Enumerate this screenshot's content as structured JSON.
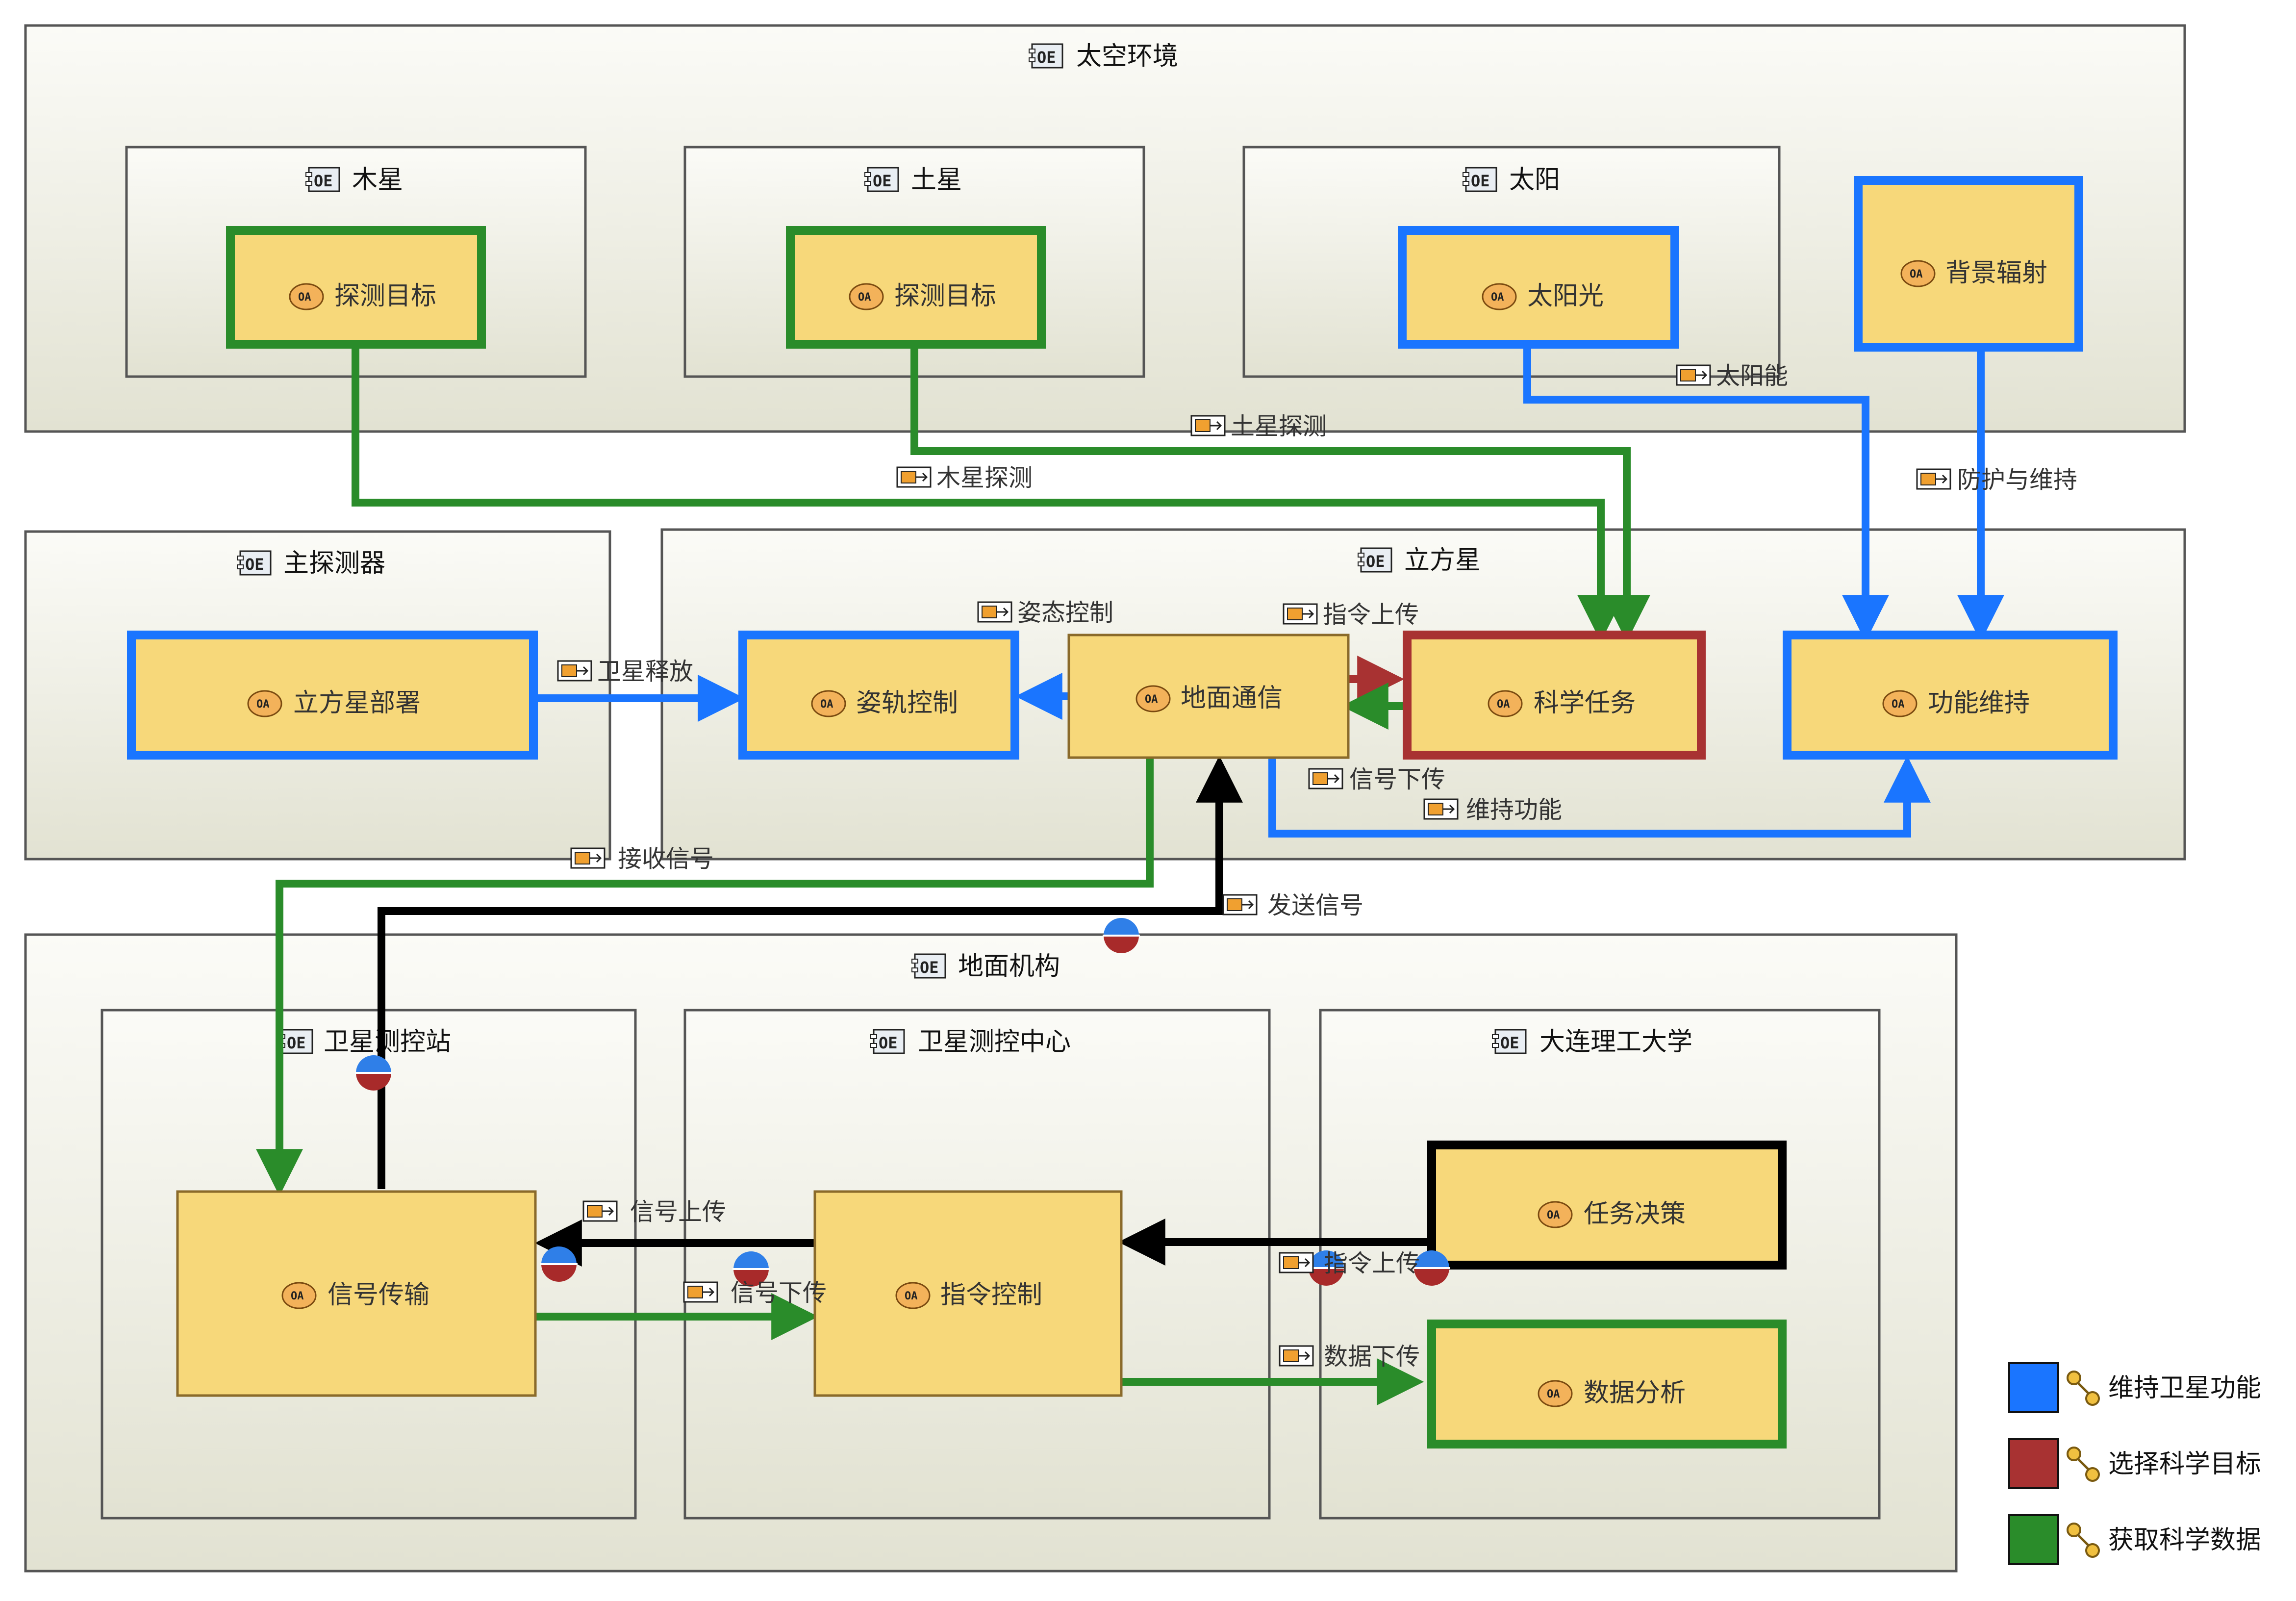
{
  "colors": {
    "blue": "#1a75ff",
    "red": "#a83232",
    "green": "#2a8c2a",
    "black": "#000000",
    "node_fill": "#f7d87a",
    "node_stroke": "#8a6a2a",
    "container_top": "#fafaf5",
    "container_bottom": "#e4e4d4",
    "container_stroke": "#555555",
    "label_text": "#333333"
  },
  "icons": {
    "component": "OE-component-icon",
    "activity": "OA-activity-icon",
    "flow": "exchange-port-icon",
    "legend": "flow-legend-icon",
    "junction": "half-disc-port-icon"
  },
  "containers": {
    "space_env": "太空环境",
    "jupiter": "木星",
    "saturn": "土星",
    "sun": "太阳",
    "main_probe": "主探测器",
    "cubesat": "立方星",
    "ground": "地面机构",
    "ground_station": "卫星测控站",
    "control_center": "卫星测控中心",
    "dlut": "大连理工大学"
  },
  "nodes": {
    "jupiter_target": "探测目标",
    "saturn_target": "探测目标",
    "sunlight": "太阳光",
    "bg_radiation": "背景辐射",
    "deploy": "立方星部署",
    "attitude": "姿轨控制",
    "comm": "地面通信",
    "science": "科学任务",
    "maintain": "功能维持",
    "signal_tx": "信号传输",
    "cmd_ctrl": "指令控制",
    "decision": "任务决策",
    "analysis": "数据分析"
  },
  "flows": {
    "solar_energy": "太阳能",
    "saturn_probe": "土星探测",
    "jupiter_probe": "木星探测",
    "protect": "防护与维持",
    "attitude_ctrl": "姿态控制",
    "cmd_up": "指令上传",
    "release": "卫星释放",
    "sig_down": "信号下传",
    "maintain_fn": "维持功能",
    "recv_sig": "接收信号",
    "send_sig": "发送信号",
    "sig_up": "信号上传",
    "sig_down2": "信号下传",
    "cmd_up2": "指令上传",
    "data_down": "数据下传"
  },
  "legend": {
    "blue": "维持卫星功能",
    "red": "选择科学目标",
    "green": "获取科学数据"
  }
}
